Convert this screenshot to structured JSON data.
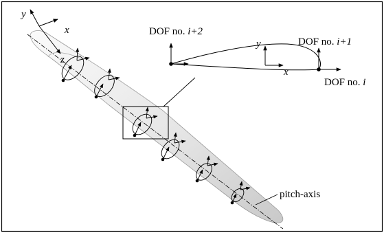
{
  "figure": {
    "dof_top_left": {
      "prefix": "DOF no. ",
      "index": "i+2"
    },
    "dof_top_right": {
      "prefix": "DOF no. ",
      "index": "i+1"
    },
    "dof_bottom_right": {
      "prefix": "DOF no. ",
      "index": "i"
    },
    "pitch_axis_label": "pitch-axis",
    "blade_axes": {
      "x": "x",
      "y": "y",
      "z": "z"
    },
    "section_axes": {
      "x": "x",
      "y": "y"
    }
  }
}
